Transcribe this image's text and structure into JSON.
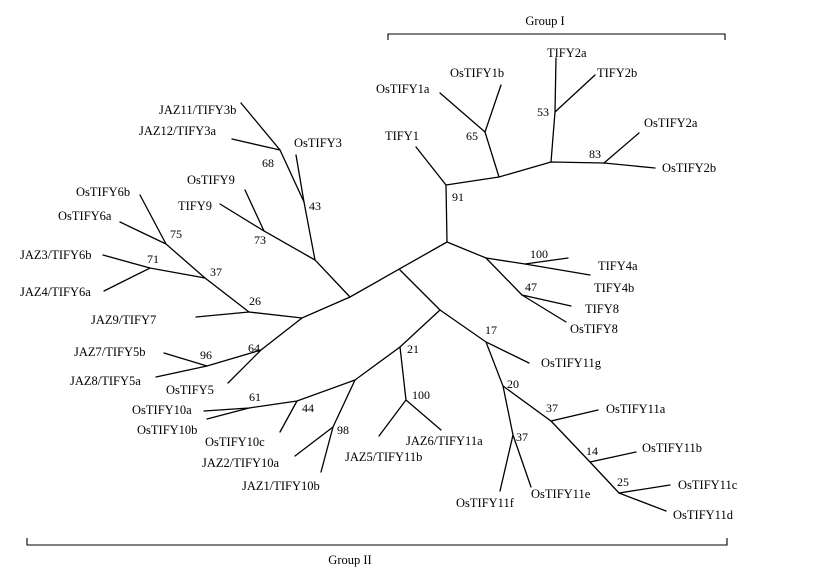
{
  "groups": {
    "group1": "Group I",
    "group2": "Group II"
  },
  "leaves": {
    "ostify1a": "OsTIFY1a",
    "ostify1b": "OsTIFY1b",
    "tify2a": "TIFY2a",
    "tify2b": "TIFY2b",
    "ostify2a": "OsTIFY2a",
    "ostify2b": "OsTIFY2b",
    "tify1": "TIFY1",
    "tify4a": "TIFY4a",
    "tify4b": "TIFY4b",
    "tify8": "TIFY8",
    "ostify8": "OsTIFY8",
    "ostify11g": "OsTIFY11g",
    "ostify11a": "OsTIFY11a",
    "ostify11b": "OsTIFY11b",
    "ostify11c": "OsTIFY11c",
    "ostify11d": "OsTIFY11d",
    "ostify11e": "OsTIFY11e",
    "ostify11f": "OsTIFY11f",
    "jaz6": "JAZ6/TIFY11a",
    "jaz5": "JAZ5/TIFY11b",
    "jaz1": "JAZ1/TIFY10b",
    "jaz2": "JAZ2/TIFY10a",
    "ostify10c": "OsTIFY10c",
    "ostify10a": "OsTIFY10a",
    "ostify10b": "OsTIFY10b",
    "ostify5": "OsTIFY5",
    "jaz7": "JAZ7/TIFY5b",
    "jaz8": "JAZ8/TIFY5a",
    "jaz9": "JAZ9/TIFY7",
    "jaz3": "JAZ3/TIFY6b",
    "jaz4": "JAZ4/TIFY6a",
    "ostify6b": "OsTIFY6b",
    "ostify6a": "OsTIFY6a",
    "tify9": "TIFY9",
    "ostify9": "OsTIFY9",
    "ostify3": "OsTIFY3",
    "jaz11": "JAZ11/TIFY3b",
    "jaz12": "JAZ12/TIFY3a"
  },
  "bootstrap": {
    "b91": "91",
    "b65": "65",
    "b53": "53",
    "b83": "83",
    "b100a": "100",
    "b47": "47",
    "b17": "17",
    "b20": "20",
    "b37a": "37",
    "b14": "14",
    "b25": "25",
    "b37b": "37",
    "b21": "21",
    "b100b": "100",
    "b98": "98",
    "b44": "44",
    "b61": "61",
    "b64": "64",
    "b96": "96",
    "b26": "26",
    "b37c": "37",
    "b71": "71",
    "b75": "75",
    "b73": "73",
    "b43": "43",
    "b68": "68"
  }
}
